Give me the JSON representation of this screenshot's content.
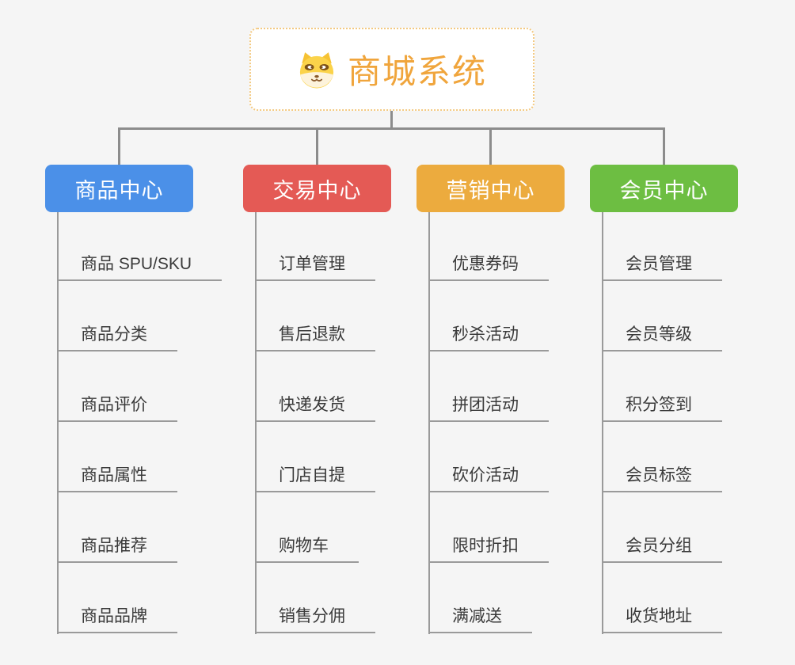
{
  "canvas": {
    "background": "#f5f5f5",
    "connector_color": "#8c8c8c",
    "leaf_line_color": "#9a9a9a",
    "leaf_text_color": "#3a3a3a"
  },
  "root": {
    "title": "商城系统",
    "icon": "shiba-dog-icon",
    "title_color": "#f0a53c",
    "border_color": "#f3c981",
    "background": "#ffffff"
  },
  "branches": [
    {
      "label": "商品中心",
      "color": "#4b90e8",
      "children": [
        "商品 SPU/SKU",
        "商品分类",
        "商品评价",
        "商品属性",
        "商品推荐",
        "商品品牌"
      ]
    },
    {
      "label": "交易中心",
      "color": "#e45a55",
      "children": [
        "订单管理",
        "售后退款",
        "快递发货",
        "门店自提",
        "购物车",
        "销售分佣"
      ]
    },
    {
      "label": "营销中心",
      "color": "#ecab3e",
      "children": [
        "优惠券码",
        "秒杀活动",
        "拼团活动",
        "砍价活动",
        "限时折扣",
        "满减送"
      ]
    },
    {
      "label": "会员中心",
      "color": "#6dbe42",
      "children": [
        "会员管理",
        "会员等级",
        "积分签到",
        "会员标签",
        "会员分组",
        "收货地址"
      ]
    }
  ]
}
